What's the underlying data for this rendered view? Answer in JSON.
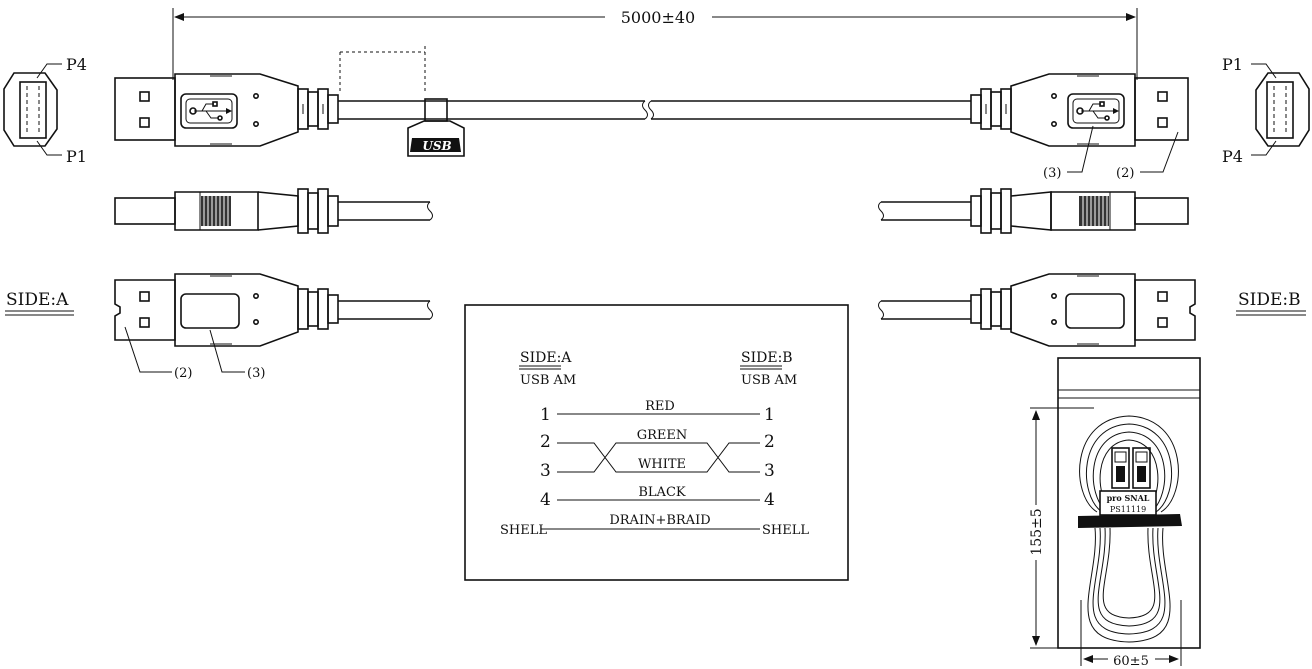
{
  "dimensions": {
    "length": "5000±40",
    "coil_height": "155±5",
    "coil_width": "60±5"
  },
  "pins": {
    "left_top": "P4",
    "left_bottom": "P1",
    "right_top": "P1",
    "right_bottom": "P4"
  },
  "side_labels": {
    "left": "SIDE:A",
    "right": "SIDE:B"
  },
  "callouts": {
    "c2": "(2)",
    "c3": "(3)"
  },
  "overmold_marking": "USB",
  "wiring_table": {
    "left_header": "SIDE:A",
    "left_sub": "USB AM",
    "right_header": "SIDE:B",
    "right_sub": "USB AM",
    "rows": [
      {
        "left": "1",
        "color": "RED",
        "right": "1"
      },
      {
        "left": "2",
        "color": "GREEN",
        "right": "2"
      },
      {
        "left": "3",
        "color": "WHITE",
        "right": "3"
      },
      {
        "left": "4",
        "color": "BLACK",
        "right": "4"
      },
      {
        "left": "SHELL",
        "color": "DRAIN+BRAID",
        "right": "SHELL"
      }
    ]
  },
  "package_label": {
    "brand": "pro SNAL",
    "part": "PS11119"
  }
}
